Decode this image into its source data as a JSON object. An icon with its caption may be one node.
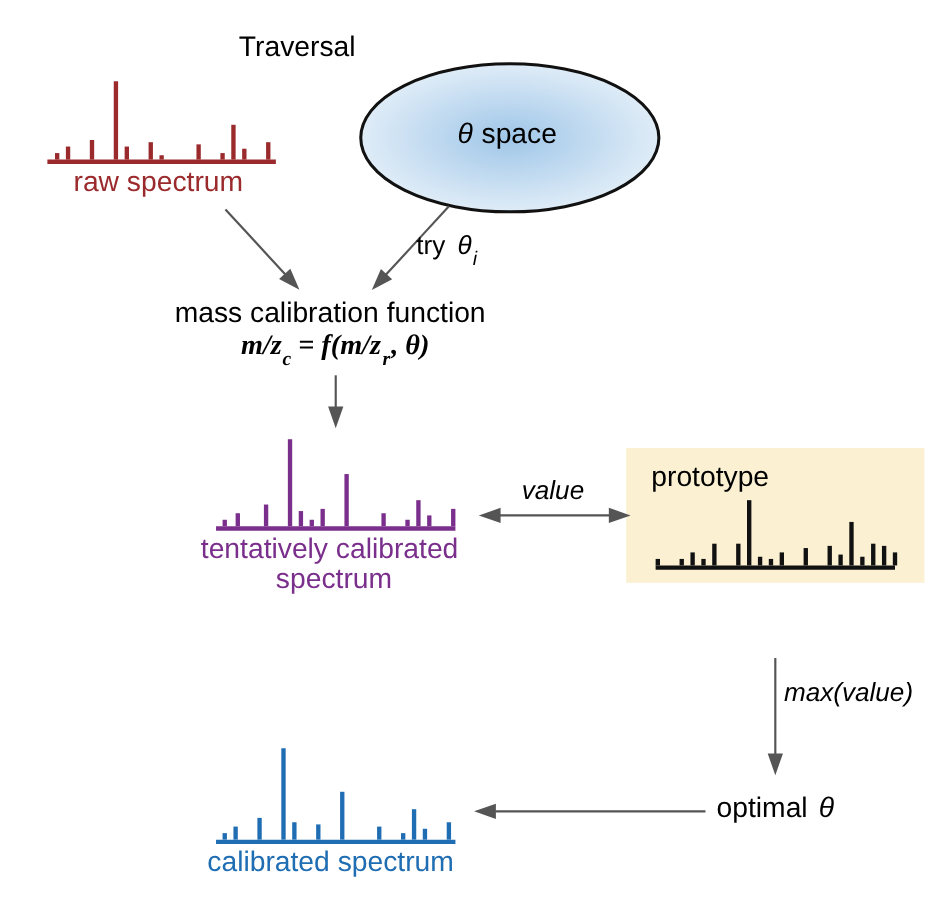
{
  "diagram": {
    "nodes": [
      {
        "text": [
          "raw spectrum"
        ]
      },
      {
        "text": [
          "*θ* space"
        ],
        "beside": [
          "Traversal"
        ]
      },
      {
        "text": [
          "mass calibration function",
          "m/z$_{c}$ = f(m/z$_{r}$, θ)"
        ]
      },
      {
        "text": [
          "tentatively calibrated spectrum"
        ]
      },
      {
        "text": [
          "prototype"
        ]
      },
      {
        "text": [
          "optimal *θ*"
        ]
      },
      {
        "text": [
          "calibrated spectrum"
        ]
      }
    ],
    "edges": [
      {
        "from": 0,
        "to": 2,
        "arrow": "to"
      },
      {
        "from": 1,
        "to": 2,
        "arrow": "to",
        "label": "try *θ$_{i}$*"
      },
      {
        "from": 2,
        "to": 3,
        "arrow": "to"
      },
      {
        "from": 3,
        "to": 4,
        "arrow": "both",
        "label": "value"
      },
      {
        "from": null,
        "to": 5,
        "arrow": "to",
        "label": "max(value)"
      },
      {
        "from": 5,
        "to": 6,
        "arrow": "to"
      }
    ]
  }
}
